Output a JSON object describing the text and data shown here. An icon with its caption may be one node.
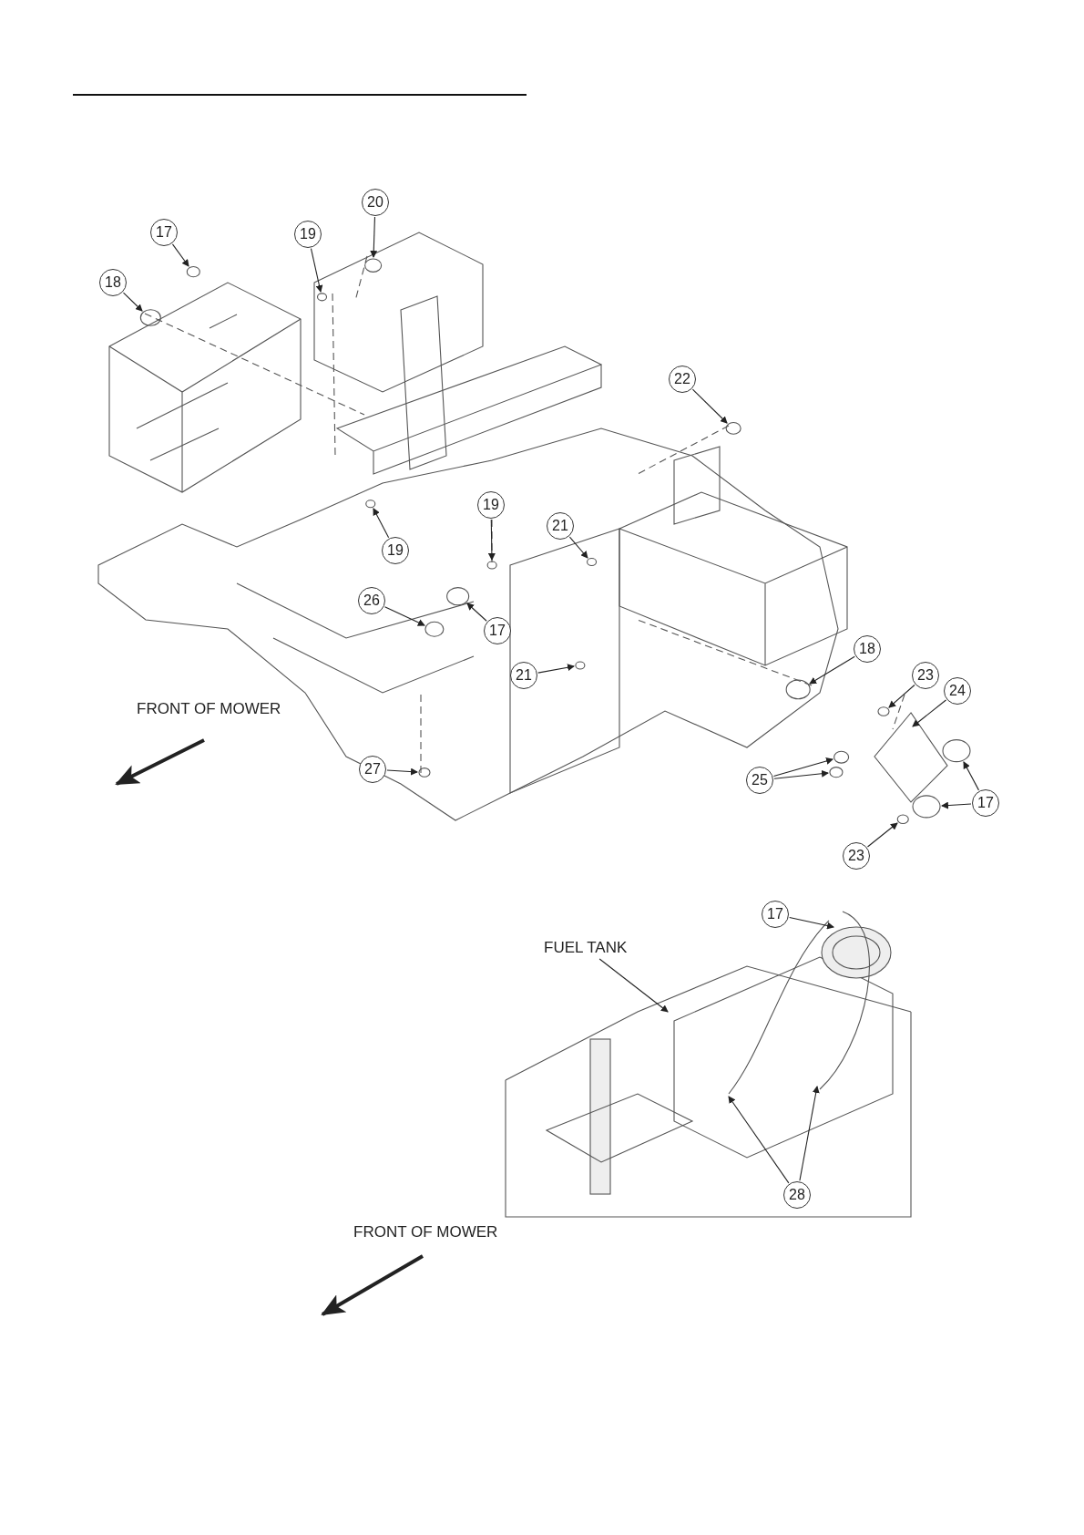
{
  "diagram": {
    "nodes": [
      {
        "text": [
          "20"
        ]
      },
      {
        "text": [
          "17"
        ]
      },
      {
        "text": [
          "19"
        ]
      },
      {
        "text": [
          "18"
        ]
      },
      {
        "text": [
          "22"
        ]
      },
      {
        "text": [
          "19"
        ]
      },
      {
        "text": [
          "21"
        ]
      },
      {
        "text": [
          "19"
        ]
      },
      {
        "text": [
          "26"
        ]
      },
      {
        "text": [
          "17"
        ]
      },
      {
        "text": [
          "18"
        ]
      },
      {
        "text": [
          "21"
        ]
      },
      {
        "text": [
          "23"
        ]
      },
      {
        "text": [
          "24"
        ]
      },
      {
        "text": [
          "27"
        ]
      },
      {
        "text": [
          "25"
        ]
      },
      {
        "text": [
          "17"
        ]
      },
      {
        "text": [
          "23"
        ]
      },
      {
        "text": [
          "17"
        ]
      },
      {
        "text": [
          "FUEL TANK"
        ]
      },
      {
        "text": [
          "28"
        ]
      }
    ],
    "edges": [
      {
        "from": 0,
        "to": null,
        "arrow": "to"
      },
      {
        "from": 1,
        "to": null,
        "arrow": "to"
      },
      {
        "from": 2,
        "to": null,
        "arrow": "to"
      },
      {
        "from": 3,
        "to": null,
        "arrow": "to"
      },
      {
        "from": 4,
        "to": null,
        "arrow": "to"
      },
      {
        "from": 5,
        "to": null,
        "arrow": "to"
      },
      {
        "from": 6,
        "to": null,
        "arrow": "to"
      },
      {
        "from": 7,
        "to": null,
        "arrow": "to"
      },
      {
        "from": 8,
        "to": null,
        "arrow": "to"
      },
      {
        "from": 9,
        "to": null,
        "arrow": "to"
      },
      {
        "from": 10,
        "to": null,
        "arrow": "to"
      },
      {
        "from": 11,
        "to": null,
        "arrow": "to"
      },
      {
        "from": 12,
        "to": null,
        "arrow": "to"
      },
      {
        "from": 13,
        "to": null,
        "arrow": "to"
      },
      {
        "from": 14,
        "to": null,
        "arrow": "to"
      },
      {
        "from": 15,
        "to": null,
        "arrow": "to"
      },
      {
        "from": 15,
        "to": null,
        "arrow": "to"
      },
      {
        "from": 16,
        "to": null,
        "arrow": "to"
      },
      {
        "from": 16,
        "to": null,
        "arrow": "to"
      },
      {
        "from": 17,
        "to": null,
        "arrow": "to"
      },
      {
        "from": 18,
        "to": null,
        "arrow": "to"
      },
      {
        "from": 19,
        "to": null,
        "arrow": "to"
      },
      {
        "from": 20,
        "to": null,
        "arrow": "to"
      },
      {
        "from": 20,
        "to": null,
        "arrow": "to"
      }
    ],
    "labels": [
      "FRONT OF MOWER",
      "FRONT OF MOWER"
    ]
  }
}
